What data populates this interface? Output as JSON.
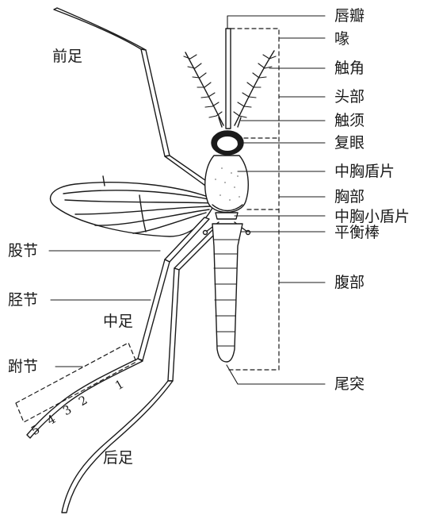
{
  "labels": {
    "lip_petal": "唇瓣",
    "proboscis": "喙",
    "antenna": "触角",
    "head": "头部",
    "palp": "触须",
    "compound_eye": "复眼",
    "mesoscutum": "中胸盾片",
    "thorax": "胸部",
    "scutellum": "中胸小盾片",
    "haltere": "平衡棒",
    "abdomen": "腹部",
    "cercus": "尾突",
    "foreleg": "前足",
    "femur": "股节",
    "tibia": "胫节",
    "midleg": "中足",
    "tarsus": "跗节",
    "hindleg": "后足"
  },
  "tarsus_segments": [
    "1",
    "2",
    "3",
    "4",
    "5"
  ],
  "colors": {
    "ink": "#1a1a1a",
    "background": "#ffffff"
  }
}
